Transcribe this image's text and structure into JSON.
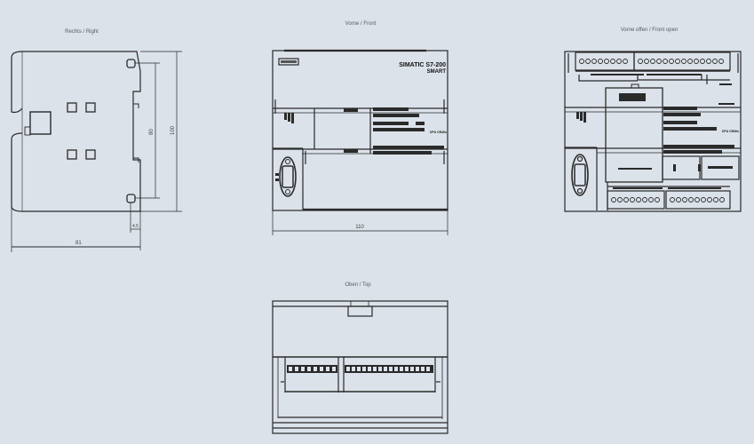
{
  "background_color": "#dbe2e9",
  "line_color": "#2a2a2a",
  "views": {
    "right": {
      "label": "Rechts / Right",
      "dimensions": {
        "height": "100",
        "mounting_hole_spacing": "80",
        "hole_offset": "4.5",
        "depth": "81"
      }
    },
    "front": {
      "label": "Vorne / Front",
      "brand_line1": "SIMATIC S7-200",
      "brand_line2": "SMART",
      "cpu_label": "CPU CR40s",
      "dimensions": {
        "width": "110"
      }
    },
    "front_open": {
      "label": "Vorne offen / Front open",
      "cpu_label": "CPU CR40s"
    },
    "top": {
      "label": "Oben / Top"
    }
  }
}
